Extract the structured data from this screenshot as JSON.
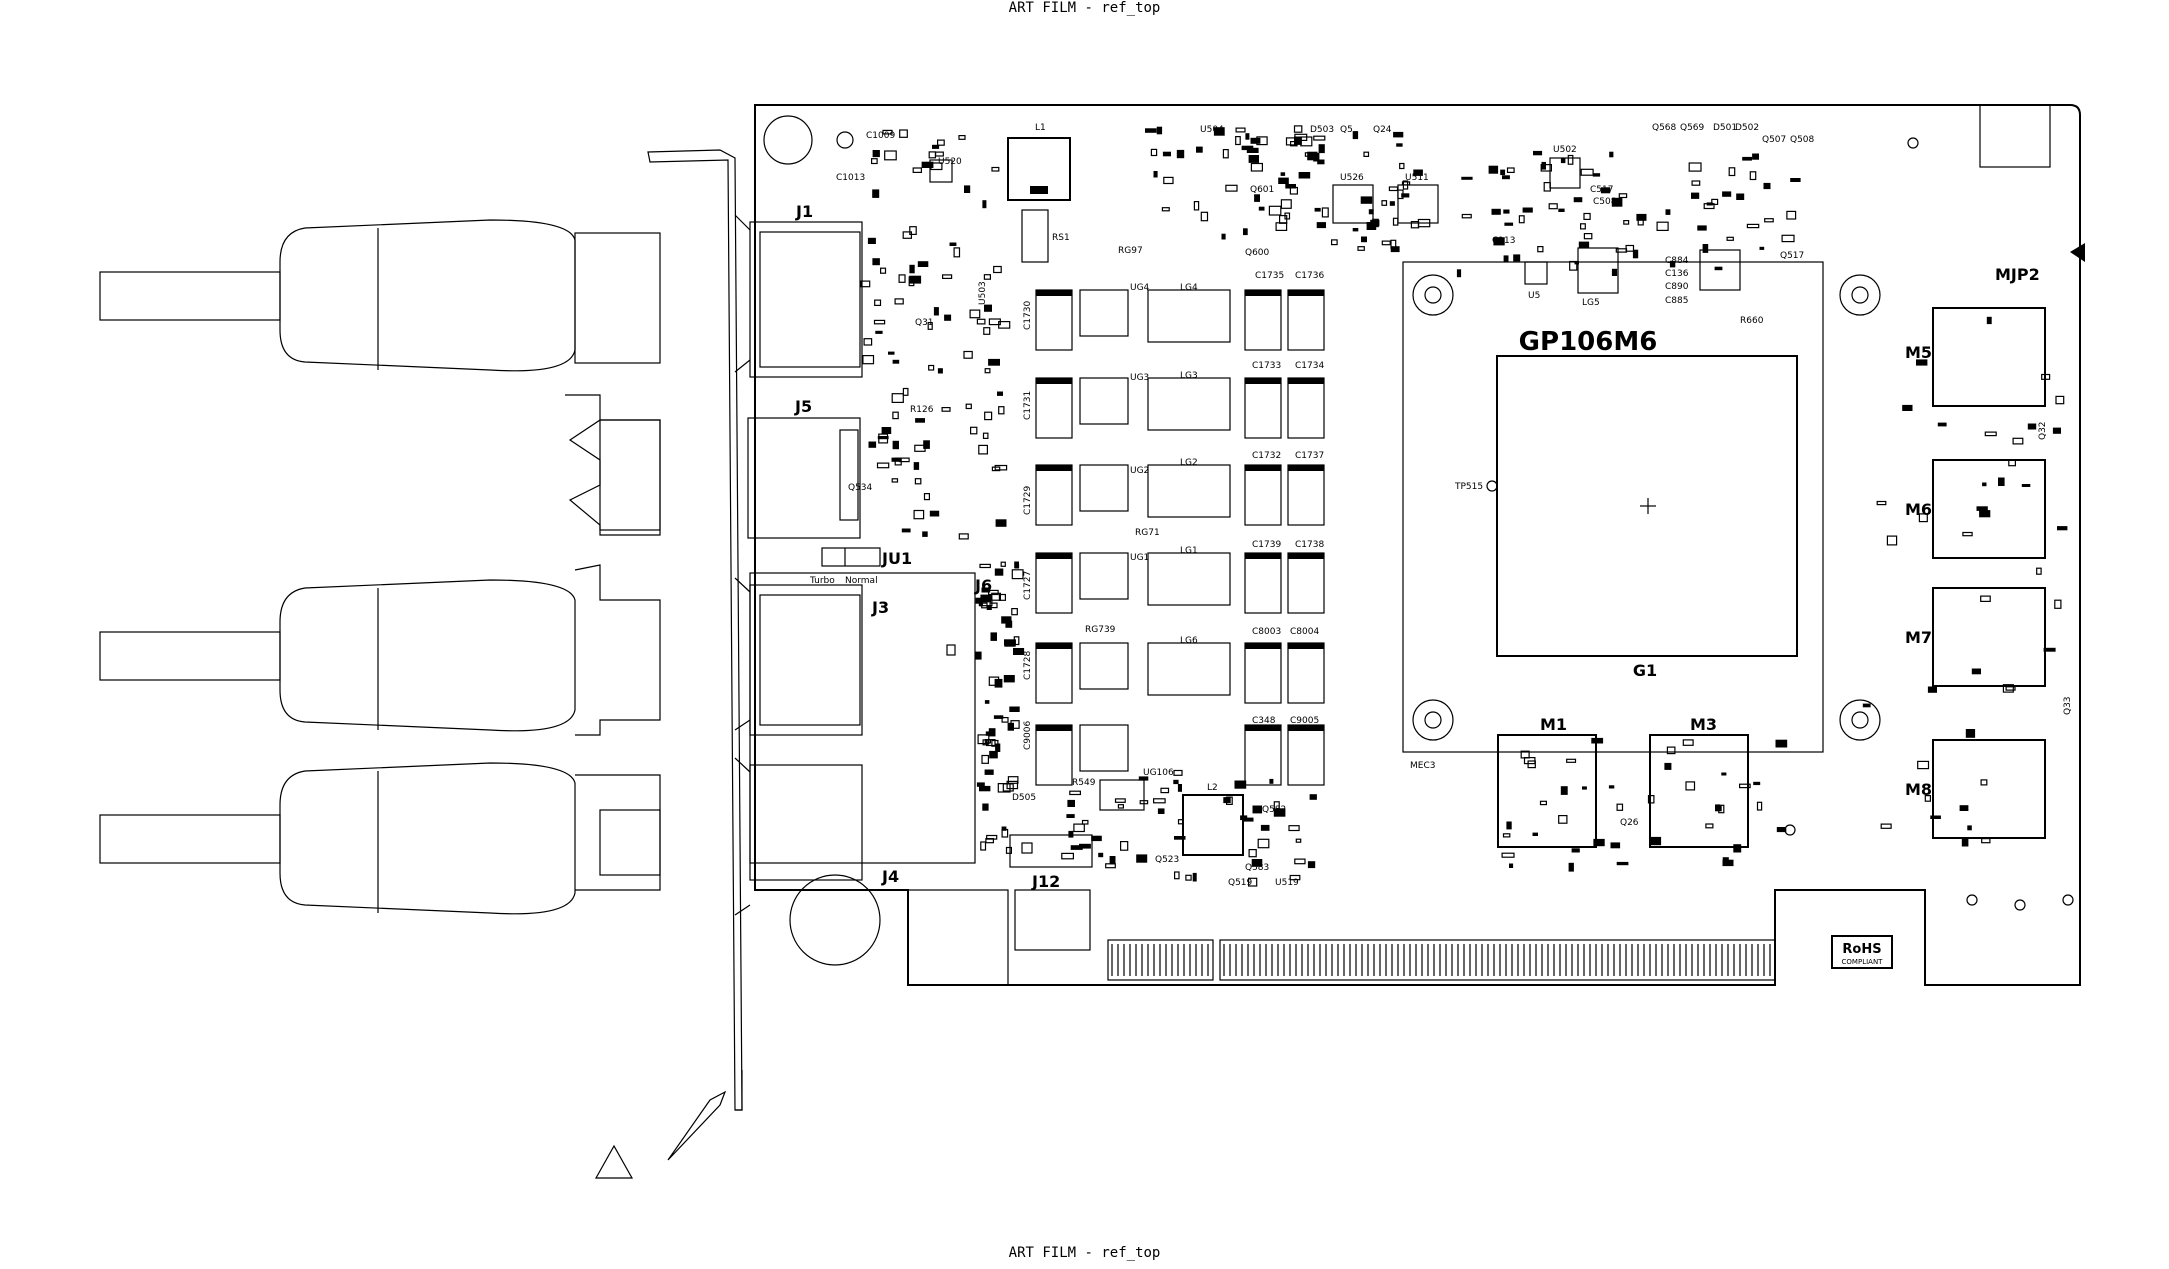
{
  "header_text": "ART FILM - ref_top",
  "footer_text": "ART FILM - ref_top",
  "chip_label": "GP106M6",
  "chip_ref": "G1",
  "connectors": {
    "j1": "J1",
    "j5": "J5",
    "j3": "J3",
    "j6": "J6",
    "j4": "J4",
    "jumper": "JU1",
    "j12": "J12",
    "jumper_turbo": "Turbo",
    "jumper_normal": "Normal"
  },
  "memory": {
    "m1": "M1",
    "m3": "M3",
    "m5": "M5",
    "m6": "M6",
    "m7": "M7",
    "m8": "M8",
    "mjp2": "MJP2"
  },
  "inductors": {
    "l1": "L1",
    "l2": "L2",
    "lg1": "LG1",
    "lg2": "LG2",
    "lg3": "LG3",
    "lg4": "LG4",
    "lg6": "LG6"
  },
  "capacitors": {
    "c1735": "C1735",
    "c1736": "C1736",
    "c1733": "C1733",
    "c1734": "C1734",
    "c1732": "C1732",
    "c1737": "C1737",
    "c1739": "C1739",
    "c1738": "C1738",
    "c8003": "C8003",
    "c8004": "C8004",
    "c348": "C348",
    "c9005": "C9005",
    "c1730": "C1730",
    "c1731": "C1731",
    "c1729": "C1729",
    "c1727": "C1727",
    "c1728": "C1728",
    "c9006": "C9006"
  },
  "misc": {
    "rohs": "RoHS",
    "compliant": "COMPLIANT",
    "tp515": "TP515",
    "mec3": "MEC3",
    "q600": "Q600",
    "q601": "Q601",
    "u504": "U504",
    "u526": "U526",
    "u511": "U511",
    "u502": "U502",
    "lg5": "LG5",
    "q517": "Q517",
    "d503": "D503",
    "q5": "Q5",
    "q24": "Q24",
    "r126": "R126",
    "q31": "Q31",
    "q26": "Q26",
    "q32": "Q32",
    "q33": "Q33",
    "d505": "D505",
    "q523": "Q523",
    "q519": "Q519",
    "u519": "U519",
    "ug106": "UG106",
    "r549": "R549",
    "q582": "Q582",
    "q583": "Q583",
    "rg739": "RG739",
    "ug1": "UG1",
    "ug2": "UG2",
    "ug3": "UG3",
    "ug4": "UG4",
    "rg71": "RG71",
    "rg97": "RG97",
    "rs1": "RS1",
    "c1009": "C1009",
    "c1013": "C1013",
    "u520": "U520",
    "q534": "Q534",
    "u503": "U503",
    "q568": "Q568",
    "q569": "Q569",
    "d501": "D501",
    "d502": "D502",
    "q507": "Q507",
    "q508": "Q508",
    "c517": "C517",
    "c508": "C508",
    "c113": "C113",
    "u5": "U5",
    "r660": "R660",
    "c884": "C884",
    "c136": "C136",
    "c890": "C890",
    "c885": "C885"
  }
}
